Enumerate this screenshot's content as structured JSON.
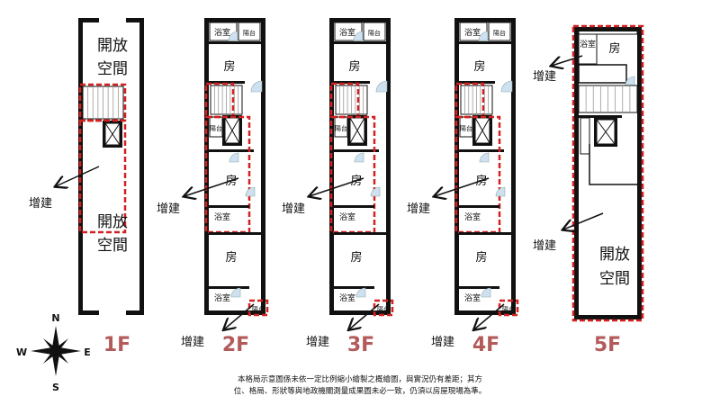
{
  "colors": {
    "wall": "#111111",
    "extension": "#d42020",
    "floor_label": "#b35b5b",
    "door": "#cfe1f0"
  },
  "labels": {
    "open_space_1": "開放",
    "open_space_2": "空間",
    "room": "房",
    "bathroom": "浴室",
    "balcony": "陽台",
    "extension": "增建"
  },
  "floors": [
    "1F",
    "2F",
    "3F",
    "4F",
    "5F"
  ],
  "compass": {
    "n": "N",
    "s": "S",
    "e": "E",
    "w": "W"
  },
  "disclaimer": [
    "本格局示意圖係未依一定比例縮小繪製之概繪圖，與實況仍有差距；其方",
    "位、格局、形狀等與地政機關測量成果圖未必一致，仍須以房屋現場為準。"
  ]
}
